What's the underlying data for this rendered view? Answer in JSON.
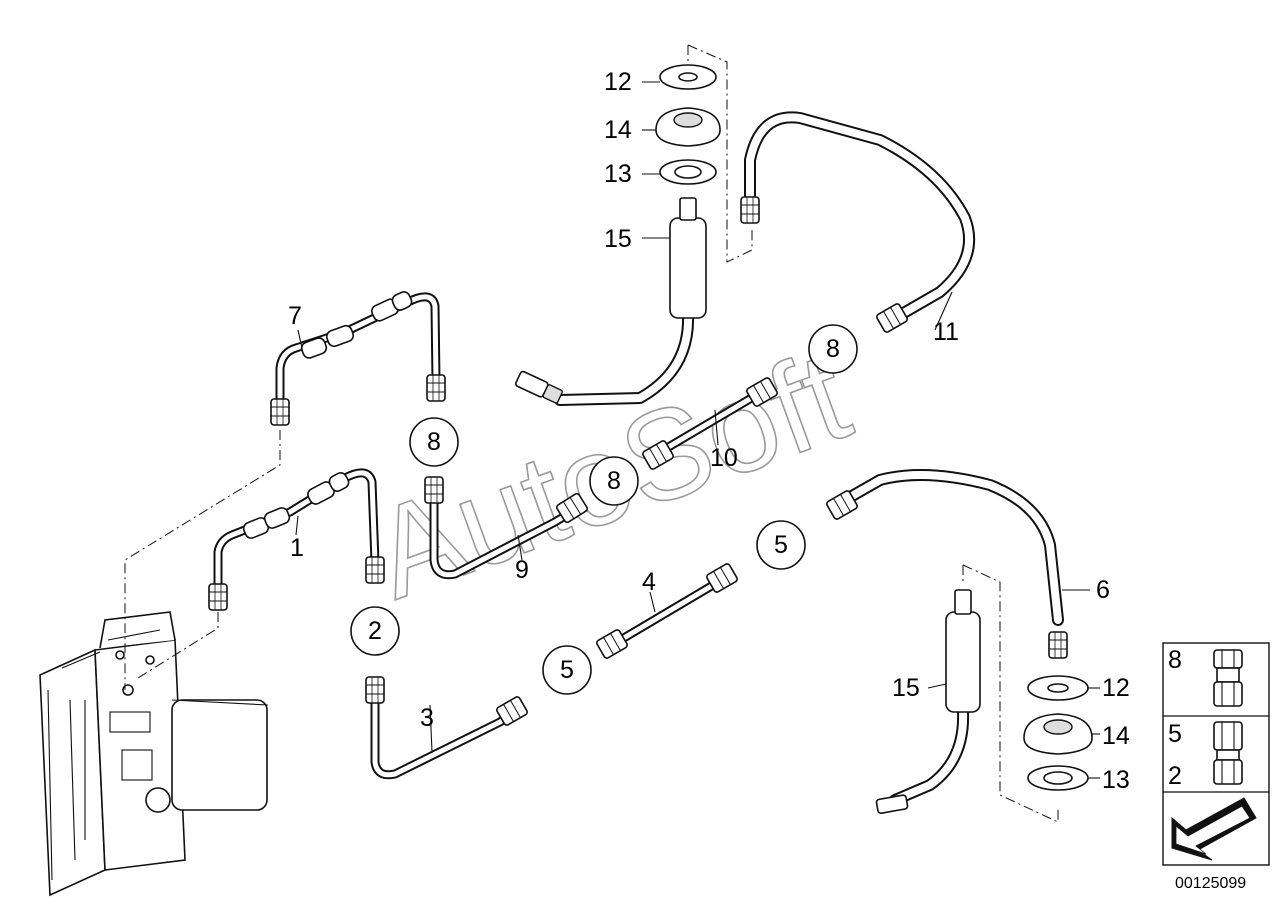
{
  "diagram": {
    "watermark": "AutoSoft",
    "drawing_number": "00125099",
    "labels": {
      "l1": "1",
      "l3": "3",
      "l4": "4",
      "l6": "6",
      "l7": "7",
      "l9": "9",
      "l10": "10",
      "l11": "11",
      "l12_top": "12",
      "l14_top": "14",
      "l13_top": "13",
      "l15_top": "15",
      "l15_bottom": "15",
      "l12_bottom": "12",
      "l14_bottom": "14",
      "l13_bottom": "13"
    },
    "circled_labels": {
      "c8_a": "8",
      "c8_b": "8",
      "c8_c": "8",
      "c2": "2",
      "c5_a": "5",
      "c5_b": "5"
    },
    "legend": {
      "item_8": "8",
      "item_5": "5",
      "item_2": "2"
    }
  }
}
